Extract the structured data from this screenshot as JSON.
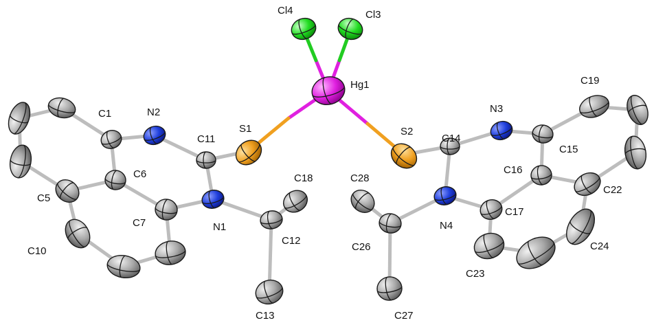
{
  "colors": {
    "carbon": "#a9a9a9",
    "nitrogen": "#1f3fdc",
    "sulfur": "#f0a020",
    "mercury": "#e020e0",
    "chlorine": "#22dd22",
    "bond": "#bdbdbd",
    "outline": "#1a1a1a"
  },
  "labels": {
    "Cl4": "Cl4",
    "Cl3": "Cl3",
    "Hg1": "Hg1",
    "S1": "S1",
    "S2": "S2",
    "N1": "N1",
    "N2": "N2",
    "N3": "N3",
    "N4": "N4",
    "C1": "C1",
    "C5": "C5",
    "C6": "C6",
    "C7": "C7",
    "C10": "C10",
    "C11": "C11",
    "C12": "C12",
    "C13": "C13",
    "C14": "C14",
    "C15": "C15",
    "C16": "C16",
    "C17": "C17",
    "C18": "C18",
    "C19": "C19",
    "C22": "C22",
    "C23": "C23",
    "C24": "C24",
    "C26": "C26",
    "C27": "C27",
    "C28": "C28"
  }
}
